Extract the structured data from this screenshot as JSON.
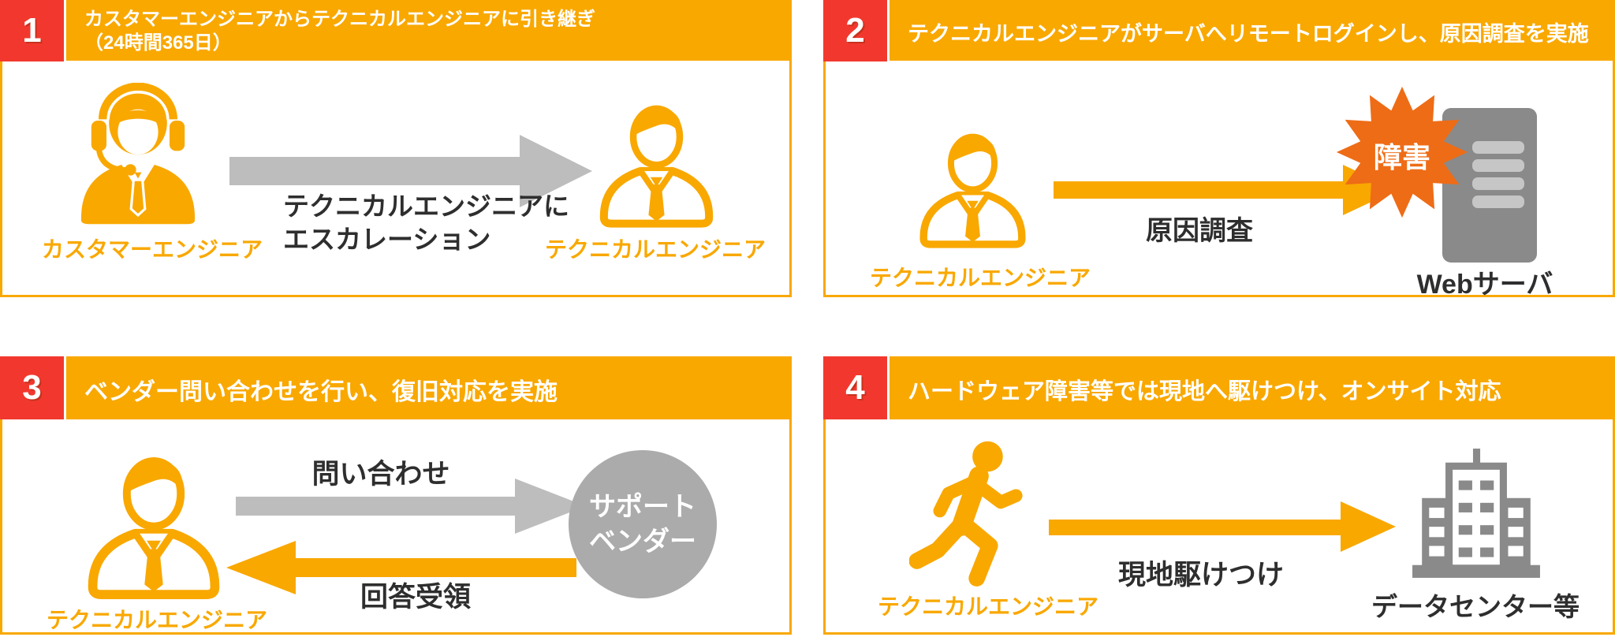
{
  "colors": {
    "orange": "#F9A800",
    "red": "#F2382E",
    "deep_orange": "#EE6C16",
    "gray_arrow": "#BDBDBD",
    "gray_icon": "#8A8A8A",
    "gray_circle": "#ABABAB",
    "text_dark": "#2E2E2E"
  },
  "panels": [
    {
      "number": "1",
      "title_line1": "カスタマーエンジニアからテクニカルエンジニアに引き継ぎ",
      "title_line2": "（24時間365日）",
      "left_label": "カスタマーエンジニア",
      "right_label": "テクニカルエンジニア",
      "arrow_note_line1": "テクニカルエンジニアに",
      "arrow_note_line2": "エスカレーション"
    },
    {
      "number": "2",
      "title": "テクニカルエンジニアがサーバへリモートログインし、原因調査を実施",
      "left_label": "テクニカルエンジニア",
      "arrow_note": "原因調査",
      "burst_label": "障害",
      "right_label": "Webサーバ"
    },
    {
      "number": "3",
      "title": "ベンダー問い合わせを行い、復旧対応を実施",
      "left_label": "テクニカルエンジニア",
      "top_arrow_note": "問い合わせ",
      "bottom_arrow_note": "回答受領",
      "circle_line1": "サポート",
      "circle_line2": "ベンダー"
    },
    {
      "number": "4",
      "title": "ハードウェア障害等では現地へ駆けつけ、オンサイト対応",
      "left_label": "テクニカルエンジニア",
      "arrow_note": "現地駆けつけ",
      "right_label": "データセンター等"
    }
  ]
}
